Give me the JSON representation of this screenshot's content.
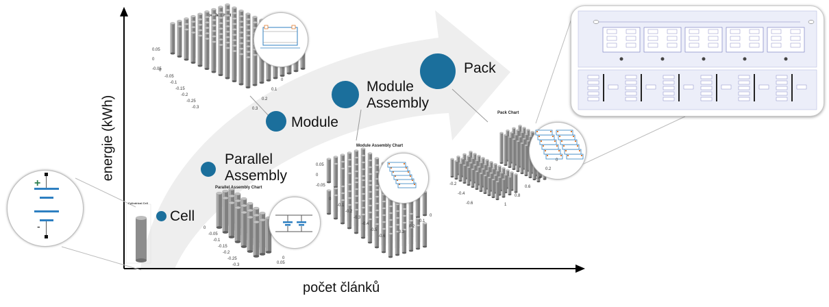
{
  "axes": {
    "y_label": "energie (kWh)",
    "x_label": "počet článků"
  },
  "stages": [
    {
      "id": "cell",
      "label_lines": [
        "Cell"
      ]
    },
    {
      "id": "parallel-assembly",
      "label_lines": [
        "Parallel",
        "Assembly"
      ]
    },
    {
      "id": "module",
      "label_lines": [
        "Module"
      ]
    },
    {
      "id": "module-assembly",
      "label_lines": [
        "Module",
        "Assembly"
      ]
    },
    {
      "id": "pack",
      "label_lines": [
        "Pack"
      ]
    }
  ],
  "charts": {
    "cell": {
      "title": "Cylindrical Cell"
    },
    "parallel": {
      "title": "Parallel Assembly Chart",
      "ticks_left": [
        "0",
        "-0.05",
        "-0.1",
        "-0.15",
        "-0.2",
        "-0.25",
        "-0.3"
      ],
      "ticks_right": [
        "0",
        "0.05"
      ]
    },
    "module": {
      "title": "Module Chart",
      "ticks_y": [
        "0.05",
        "0",
        "-0.05"
      ],
      "ticks_left": [
        "0",
        "-0.05",
        "-0.1",
        "-0.15",
        "-0.2",
        "-0.25",
        "-0.3"
      ],
      "ticks_right": [
        "0",
        "0.1",
        "0.2",
        "0.3"
      ]
    },
    "module_assembly": {
      "title": "Module Assembly Chart",
      "ticks_y": [
        "0.05",
        "0",
        "-0.05"
      ],
      "ticks_left": [
        "0",
        "-0.1",
        "-0.2",
        "-0.3",
        "-0.4",
        "-0.5",
        "-0.6"
      ],
      "ticks_right": [
        "0",
        "0.1",
        "0.2",
        "0.3"
      ]
    },
    "pack": {
      "title": "Pack Chart",
      "ticks_left": [
        "-0.2",
        "-0.4",
        "-0.6"
      ],
      "ticks_right": [
        "1",
        "0.8",
        "0.6",
        "0.4",
        "0.2",
        "0"
      ]
    }
  },
  "symbols": {
    "plus": "+",
    "minus": "-"
  },
  "colors": {
    "node": "#1b6f9c",
    "cylinder": "#8c8c8c",
    "arrow": "#eeeeee",
    "schematic_blue": "#2d7fc1"
  }
}
